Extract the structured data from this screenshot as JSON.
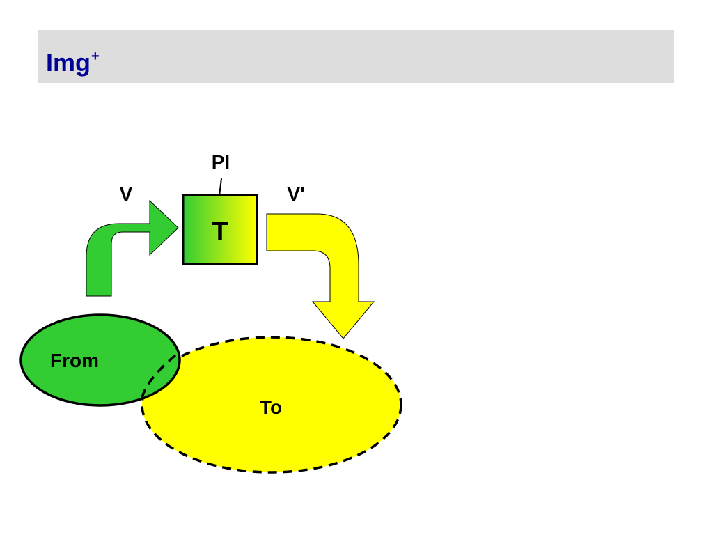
{
  "title": {
    "text": "Img",
    "superscript": "+"
  },
  "diagram": {
    "from_label": "From",
    "to_label": "To",
    "transform_label": "T",
    "input_label": "V",
    "output_label": "V'",
    "parameter_label": "Pl",
    "colors": {
      "green": "#33cc33",
      "yellow": "#ffff00",
      "title_text": "#000099",
      "title_bg": "#dddddd"
    }
  }
}
